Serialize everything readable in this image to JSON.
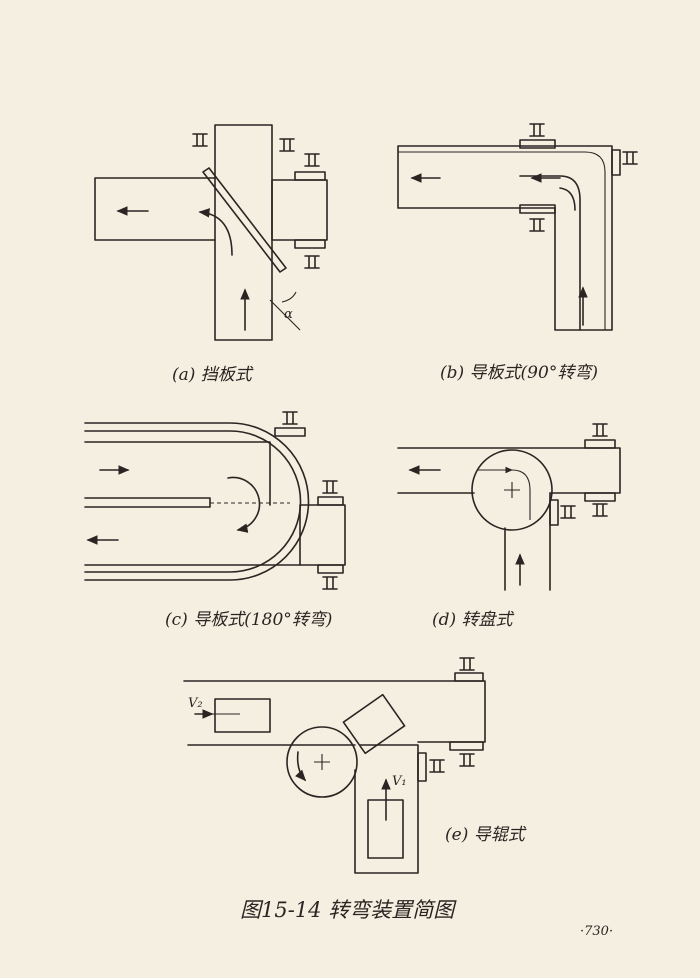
{
  "captions": {
    "a": "(a) 挡板式",
    "b": "(b) 导板式(90°转弯)",
    "c": "(c) 导板式(180°转弯)",
    "d": "(d)  转盘式",
    "e": "(e) 导辊式"
  },
  "labels": {
    "alpha": "α",
    "v1": "V₁",
    "v2": "V₂"
  },
  "figure_title": "图15-14  转弯装置简图",
  "page_number": "·730·"
}
